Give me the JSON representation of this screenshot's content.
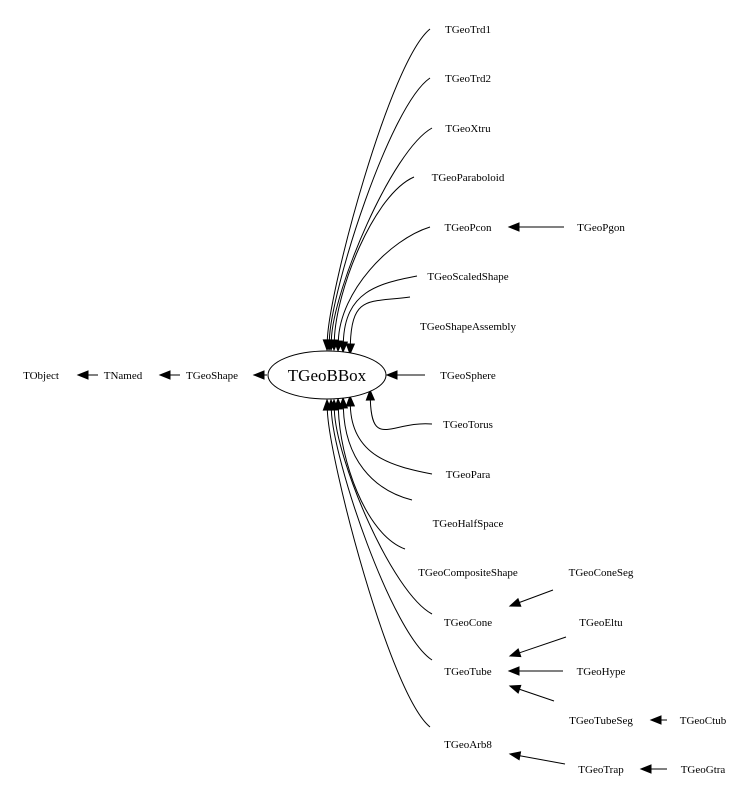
{
  "diagram": {
    "root": "TGeoBBox",
    "ancestors": [
      "TObject",
      "TNamed",
      "TGeoShape"
    ],
    "derived": [
      "TGeoTrd1",
      "TGeoTrd2",
      "TGeoXtru",
      "TGeoParaboloid",
      "TGeoPcon",
      "TGeoScaledShape",
      "TGeoShapeAssembly",
      "TGeoSphere",
      "TGeoTorus",
      "TGeoPara",
      "TGeoHalfSpace",
      "TGeoCompositeShape",
      "TGeoCone",
      "TGeoTube",
      "TGeoArb8"
    ],
    "subclasses": [
      {
        "name": "TGeoPgon",
        "parent": "TGeoPcon"
      },
      {
        "name": "TGeoConeSeg",
        "parent": "TGeoCone"
      },
      {
        "name": "TGeoEltu",
        "parent": "TGeoTube"
      },
      {
        "name": "TGeoHype",
        "parent": "TGeoTube"
      },
      {
        "name": "TGeoTubeSeg",
        "parent": "TGeoTube"
      },
      {
        "name": "TGeoCtub",
        "parent": "TGeoTubeSeg"
      },
      {
        "name": "TGeoTrap",
        "parent": "TGeoArb8"
      },
      {
        "name": "TGeoGtra",
        "parent": "TGeoTrap"
      }
    ]
  }
}
